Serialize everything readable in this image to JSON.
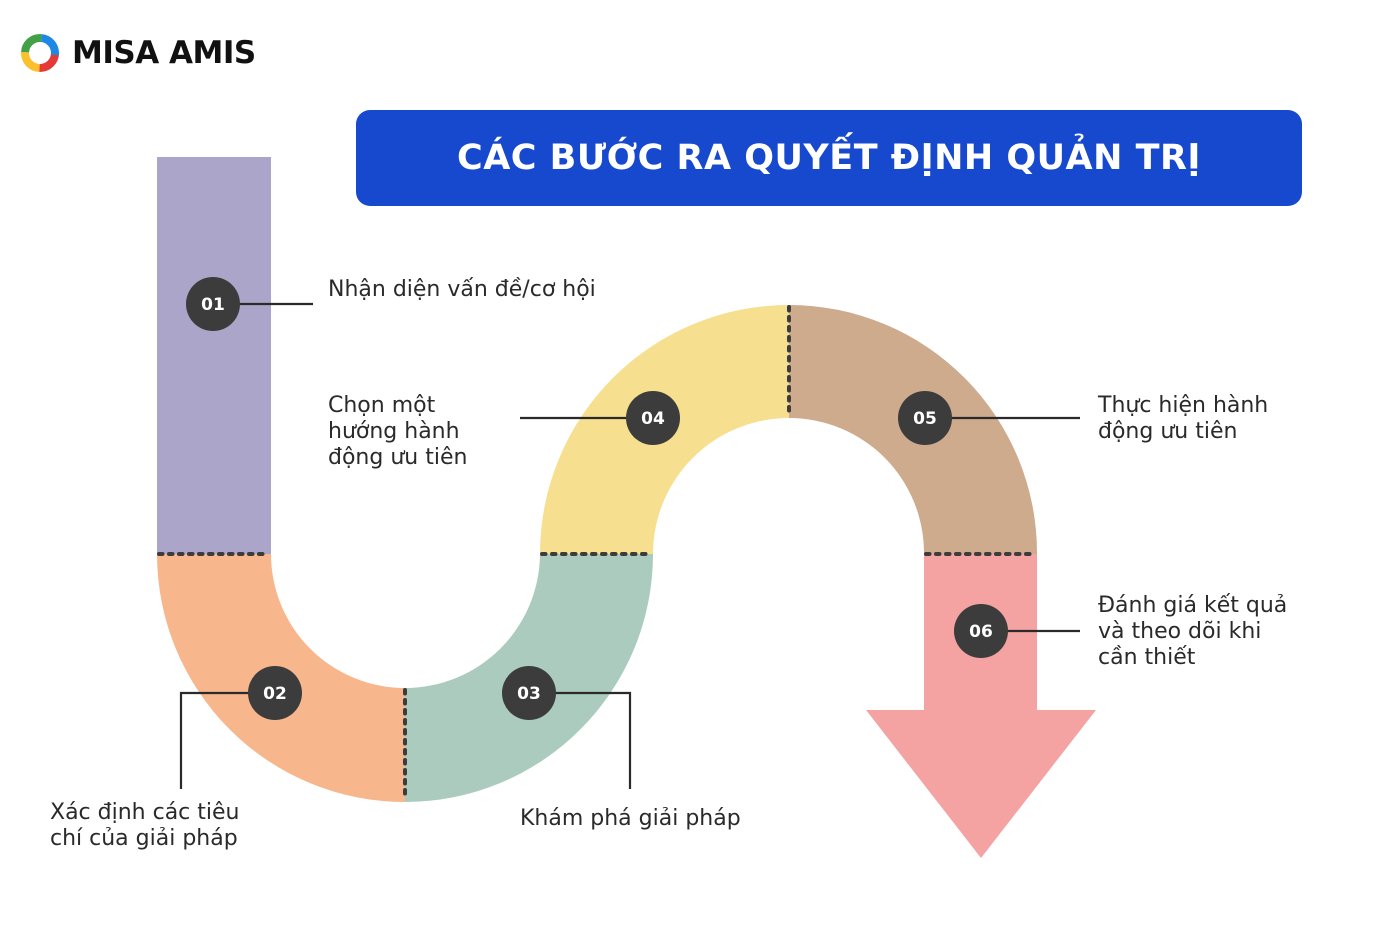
{
  "brand": {
    "name": "MISA AMIS"
  },
  "title": "CÁC BƯỚC RA QUYẾT ĐỊNH QUẢN TRỊ",
  "colors": {
    "title_bg": "#1749cf",
    "step1": "#aba6c9",
    "step2": "#f8b68c",
    "step3": "#aacbbd",
    "step4": "#f6df8e",
    "step5": "#cdab8c",
    "step6": "#f4a2a2",
    "badge": "#3c3c3c"
  },
  "steps": [
    {
      "number": "01",
      "label": "Nhận diện vấn đề/cơ hội"
    },
    {
      "number": "02",
      "label": "Xác định các tiêu\nchí của giải pháp"
    },
    {
      "number": "03",
      "label": "Khám phá giải pháp"
    },
    {
      "number": "04",
      "label": "Chọn một\nhướng hành\nđộng ưu tiên"
    },
    {
      "number": "05",
      "label": "Thực hiện hành\nđộng ưu tiên"
    },
    {
      "number": "06",
      "label": "Đánh giá kết quả\nvà theo dõi khi\ncần thiết"
    }
  ]
}
